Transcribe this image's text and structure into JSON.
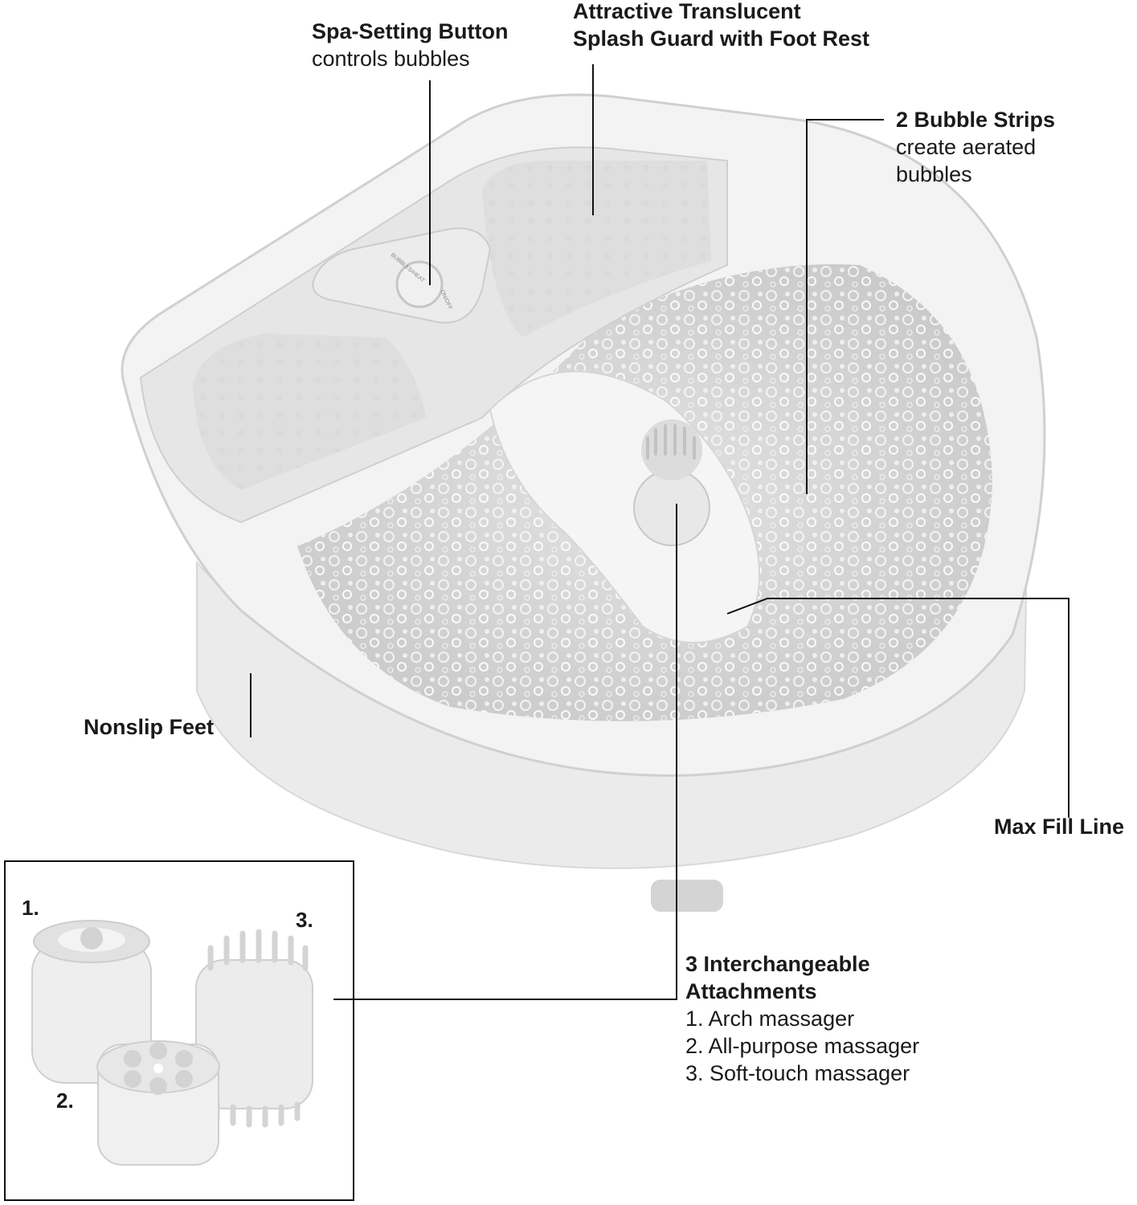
{
  "callouts": {
    "spa_button": {
      "title": "Spa-Setting Button",
      "desc": "controls bubbles"
    },
    "splash_guard": {
      "title_line1": "Attractive Translucent",
      "title_line2": "Splash Guard with Foot Rest"
    },
    "bubble_strips": {
      "title": "2 Bubble Strips",
      "desc_line1": "create aerated",
      "desc_line2": "bubbles"
    },
    "nonslip_feet": {
      "title": "Nonslip Feet"
    },
    "max_fill": {
      "title": "Max Fill Line"
    },
    "attachments": {
      "title_line1": "3 Interchangeable",
      "title_line2": "Attachments",
      "items": [
        "1. Arch massager",
        "2. All-purpose massager",
        "3. Soft-touch massager"
      ]
    }
  },
  "device_labels": {
    "top": "BUBBLES/HEAT",
    "side": "ON/OFF"
  },
  "inset_numbers": [
    "1.",
    "2.",
    "3."
  ],
  "colors": {
    "line": "#111111",
    "body": "#ececec",
    "rim": "#f4f4f4",
    "water": "#d4d4d4"
  }
}
